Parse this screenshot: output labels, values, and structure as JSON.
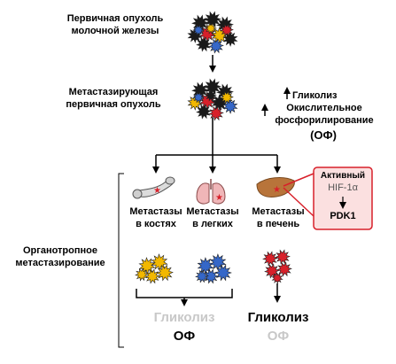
{
  "primary_tumor": "Первичная опухоль\nмолочной железы",
  "metastatic_tumor": "Метастазирующая\nпервичная опухоль",
  "upregulated": {
    "glycolysis": "Гликолиз",
    "oxphos": "Окислительное\nфосфорилирование",
    "oxphos_abbr": "(ОФ)"
  },
  "sites": {
    "bone": "Метастазы\nв костях",
    "lung": "Метастазы\nв легких",
    "liver": "Метастазы\nв печень"
  },
  "pathway": {
    "active": "Активный",
    "hif": "HIF-1α",
    "pdk1": "PDK1"
  },
  "organotropic": "Органотропное\nметастазирование",
  "outcome_left": {
    "glycolysis": "Гликолиз",
    "oxphos": "ОФ"
  },
  "outcome_right": {
    "glycolysis": "Гликолиз",
    "oxphos": "ОФ"
  },
  "colors": {
    "red": "#d8202a",
    "yellow": "#f2b800",
    "blue": "#3567c8",
    "black": "#1a1a1a",
    "gray_text": "#c8c8c8",
    "liver": "#b8743a",
    "lung": "#f0b6b8",
    "pathway_box": "#fbe0e0"
  }
}
